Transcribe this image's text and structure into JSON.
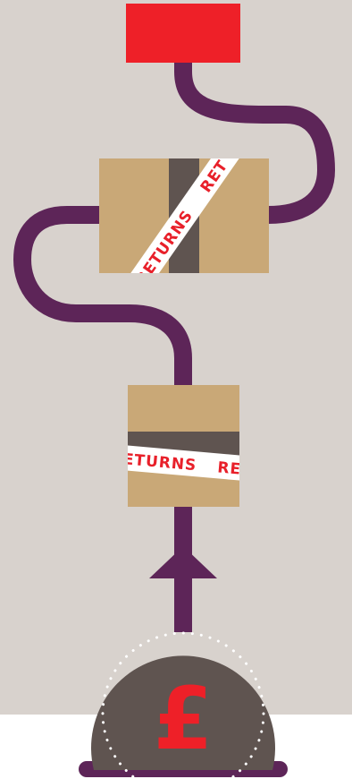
{
  "colors": {
    "background": "#d8d2cd",
    "page": "#ffffff",
    "path": "#5d2558",
    "box": "#c9a877",
    "tape": "#5f5450",
    "label": "#ffffff",
    "label_text": "#e8202a",
    "red_block": "#ee2028",
    "coin": "#5f5450",
    "coin_dots": "#ffffff",
    "pound": "#ee2028"
  },
  "icons": {
    "top": "red-block-icon",
    "box_upper": "returns-box-icon",
    "box_lower": "returns-box-icon",
    "arrow": "up-arrow-icon",
    "coin": "pound-coin-icon"
  },
  "labels": {
    "upper_main": "RETURNS",
    "upper_extra": "RET",
    "lower_main": "ETURNS",
    "lower_extra": "RE"
  },
  "coin": {
    "symbol": "£"
  }
}
